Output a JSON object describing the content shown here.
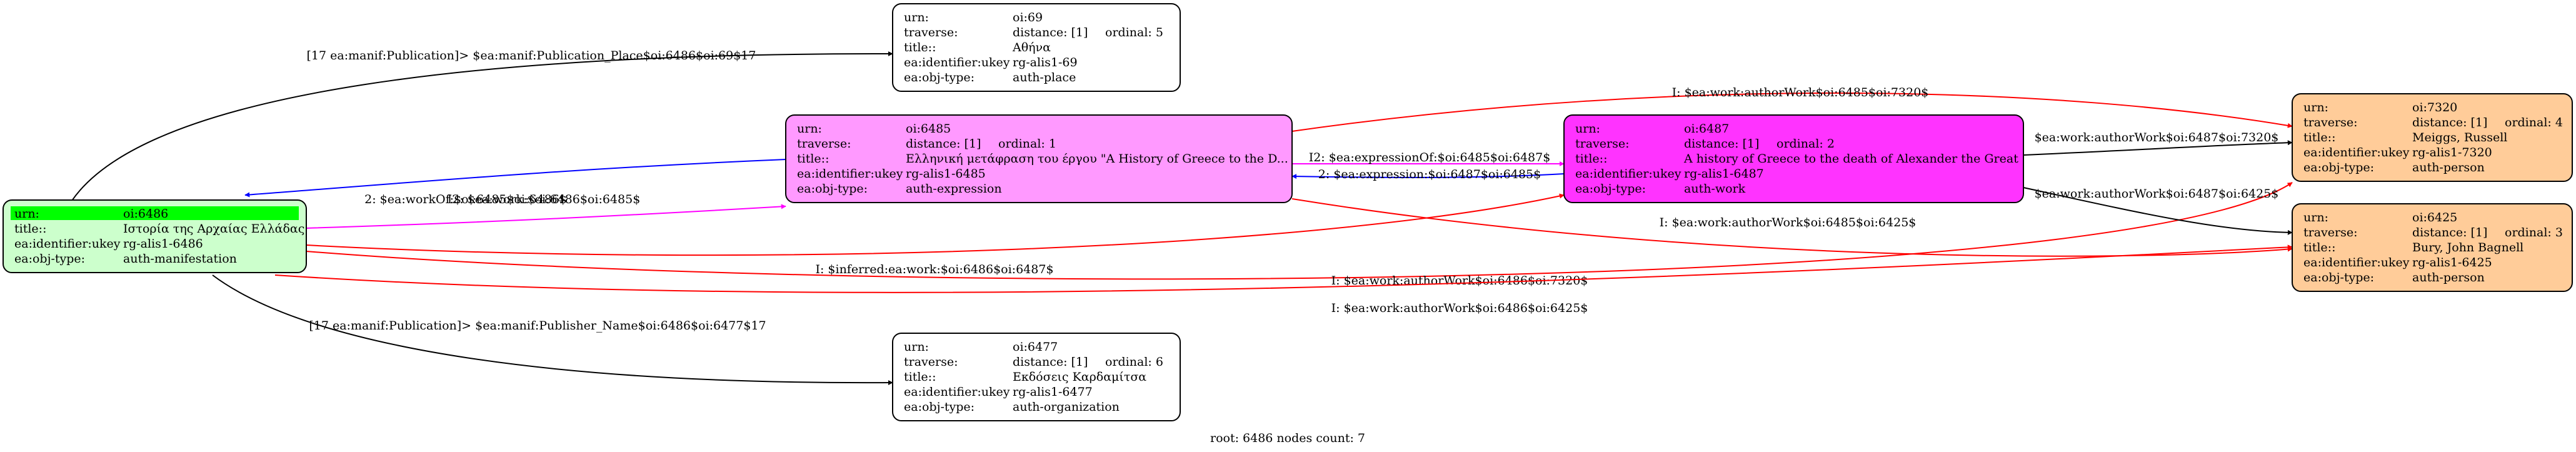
{
  "colors": {
    "background": "#ffffff",
    "manifestation_fill": "#ccffcc",
    "manifestation_highlight": "#00ff00",
    "expression_fill": "#ff99ff",
    "work_fill": "#ff33ff",
    "person_fill": "#ffcc99",
    "plain_fill": "#ffffff",
    "edge_black": "#000000",
    "edge_red": "#ff0000",
    "edge_blue": "#0000ff",
    "edge_magenta": "#ff00ff"
  },
  "nodes": [
    {
      "id": "n6486",
      "fill": "#ccffcc",
      "highlight": "#00ff00",
      "rows": [
        {
          "key": "urn:",
          "c1": "oi:6486",
          "c2": ""
        },
        {
          "key": "title::",
          "c1": "Ιστορία της Αρχαίας Ελλάδας",
          "c2": ""
        },
        {
          "key": "ea:identifier:ukey",
          "c1": "rg-alis1-6486",
          "c2": ""
        },
        {
          "key": "ea:obj-type:",
          "c1": "auth-manifestation",
          "c2": ""
        }
      ]
    },
    {
      "id": "n69",
      "fill": "#ffffff",
      "rows": [
        {
          "key": "urn:",
          "c1": "oi:69",
          "c2": ""
        },
        {
          "key": "traverse:",
          "c1": "distance: [1]",
          "c2": "ordinal: 5"
        },
        {
          "key": "title::",
          "c1": "Αθήνα",
          "c2": ""
        },
        {
          "key": "ea:identifier:ukey",
          "c1": "rg-alis1-69",
          "c2": ""
        },
        {
          "key": "ea:obj-type:",
          "c1": "auth-place",
          "c2": ""
        }
      ]
    },
    {
      "id": "n6485",
      "fill": "#ff99ff",
      "rows": [
        {
          "key": "urn:",
          "c1": "oi:6485",
          "c2": ""
        },
        {
          "key": "traverse:",
          "c1": "distance: [1]",
          "c2": "ordinal: 1"
        },
        {
          "key": "title::",
          "c1": "Ελληνική μετάφραση του έργου \"A History of Greece to the D...",
          "c2": ""
        },
        {
          "key": "ea:identifier:ukey",
          "c1": "rg-alis1-6485",
          "c2": ""
        },
        {
          "key": "ea:obj-type:",
          "c1": "auth-expression",
          "c2": ""
        }
      ]
    },
    {
      "id": "n6487",
      "fill": "#ff33ff",
      "rows": [
        {
          "key": "urn:",
          "c1": "oi:6487",
          "c2": ""
        },
        {
          "key": "traverse:",
          "c1": "distance: [1]",
          "c2": "ordinal: 2"
        },
        {
          "key": "title::",
          "c1": "A history of Greece to the death of Alexander the Great",
          "c2": ""
        },
        {
          "key": "ea:identifier:ukey",
          "c1": "rg-alis1-6487",
          "c2": ""
        },
        {
          "key": "ea:obj-type:",
          "c1": "auth-work",
          "c2": ""
        }
      ]
    },
    {
      "id": "n7320",
      "fill": "#ffcc99",
      "rows": [
        {
          "key": "urn:",
          "c1": "oi:7320",
          "c2": ""
        },
        {
          "key": "traverse:",
          "c1": "distance: [1]",
          "c2": "ordinal: 4"
        },
        {
          "key": "title::",
          "c1": "Meiggs, Russell",
          "c2": ""
        },
        {
          "key": "ea:identifier:ukey",
          "c1": "rg-alis1-7320",
          "c2": ""
        },
        {
          "key": "ea:obj-type:",
          "c1": "auth-person",
          "c2": ""
        }
      ]
    },
    {
      "id": "n6425",
      "fill": "#ffcc99",
      "rows": [
        {
          "key": "urn:",
          "c1": "oi:6425",
          "c2": ""
        },
        {
          "key": "traverse:",
          "c1": "distance: [1]",
          "c2": "ordinal: 3"
        },
        {
          "key": "title::",
          "c1": "Bury, John Bagnell",
          "c2": ""
        },
        {
          "key": "ea:identifier:ukey",
          "c1": "rg-alis1-6425",
          "c2": ""
        },
        {
          "key": "ea:obj-type:",
          "c1": "auth-person",
          "c2": ""
        }
      ]
    },
    {
      "id": "n6477",
      "fill": "#ffffff",
      "rows": [
        {
          "key": "urn:",
          "c1": "oi:6477",
          "c2": ""
        },
        {
          "key": "traverse:",
          "c1": "distance: [1]",
          "c2": "ordinal: 6"
        },
        {
          "key": "title::",
          "c1": "Εκδόσεις Καρδαμίτσα",
          "c2": ""
        },
        {
          "key": "ea:identifier:ukey",
          "c1": "rg-alis1-6477",
          "c2": ""
        },
        {
          "key": "ea:obj-type:",
          "c1": "auth-organization",
          "c2": ""
        }
      ]
    }
  ],
  "edges": [
    {
      "id": "e-place",
      "from": "n6486",
      "to": "n69",
      "color": "#000000",
      "label": "[17 ea:manif:Publication]> $ea:manif:Publication_Place$oi:6486$oi:69$17"
    },
    {
      "id": "e-workof",
      "from": "n6485",
      "to": "n6486",
      "color": "#0000ff",
      "label": "2: $ea:workOf:$oi:6485$oi:6486$"
    },
    {
      "id": "e-work",
      "from": "n6486",
      "to": "n6485",
      "color": "#ff00ff",
      "label": "I2: $ea:work:$oi:6486$oi:6485$"
    },
    {
      "id": "e-inferred",
      "from": "n6486",
      "to": "n6487",
      "color": "#ff0000",
      "label": "I: $inferred:ea:work:$oi:6486$oi:6487$"
    },
    {
      "id": "e-auth-6486-7320",
      "from": "n6486",
      "to": "n7320",
      "color": "#ff0000",
      "label": "I: $ea:work:authorWork$oi:6486$oi:7320$"
    },
    {
      "id": "e-auth-6486-6425",
      "from": "n6486",
      "to": "n6425",
      "color": "#ff0000",
      "label": "I: $ea:work:authorWork$oi:6486$oi:6425$"
    },
    {
      "id": "e-publisher",
      "from": "n6486",
      "to": "n6477",
      "color": "#000000",
      "label": "[17 ea:manif:Publication]> $ea:manif:Publisher_Name$oi:6486$oi:6477$17"
    },
    {
      "id": "e-auth-6485-7320",
      "from": "n6485",
      "to": "n7320",
      "color": "#ff0000",
      "label": "I: $ea:work:authorWork$oi:6485$oi:7320$"
    },
    {
      "id": "e-auth-6485-6425",
      "from": "n6485",
      "to": "n6425",
      "color": "#ff0000",
      "label": "I: $ea:work:authorWork$oi:6485$oi:6425$"
    },
    {
      "id": "e-expressionof",
      "from": "n6485",
      "to": "n6487",
      "color": "#ff00ff",
      "label": "I2: $ea:expressionOf:$oi:6485$oi:6487$"
    },
    {
      "id": "e-expression",
      "from": "n6487",
      "to": "n6485",
      "color": "#0000ff",
      "label": "2: $ea:expression:$oi:6487$oi:6485$"
    },
    {
      "id": "e-auth-6487-7320",
      "from": "n6487",
      "to": "n7320",
      "color": "#000000",
      "label": "$ea:work:authorWork$oi:6487$oi:7320$"
    },
    {
      "id": "e-auth-6487-6425",
      "from": "n6487",
      "to": "n6425",
      "color": "#000000",
      "label": "$ea:work:authorWork$oi:6487$oi:6425$"
    }
  ],
  "footer": {
    "text": "root: 6486 nodes count: 7"
  }
}
